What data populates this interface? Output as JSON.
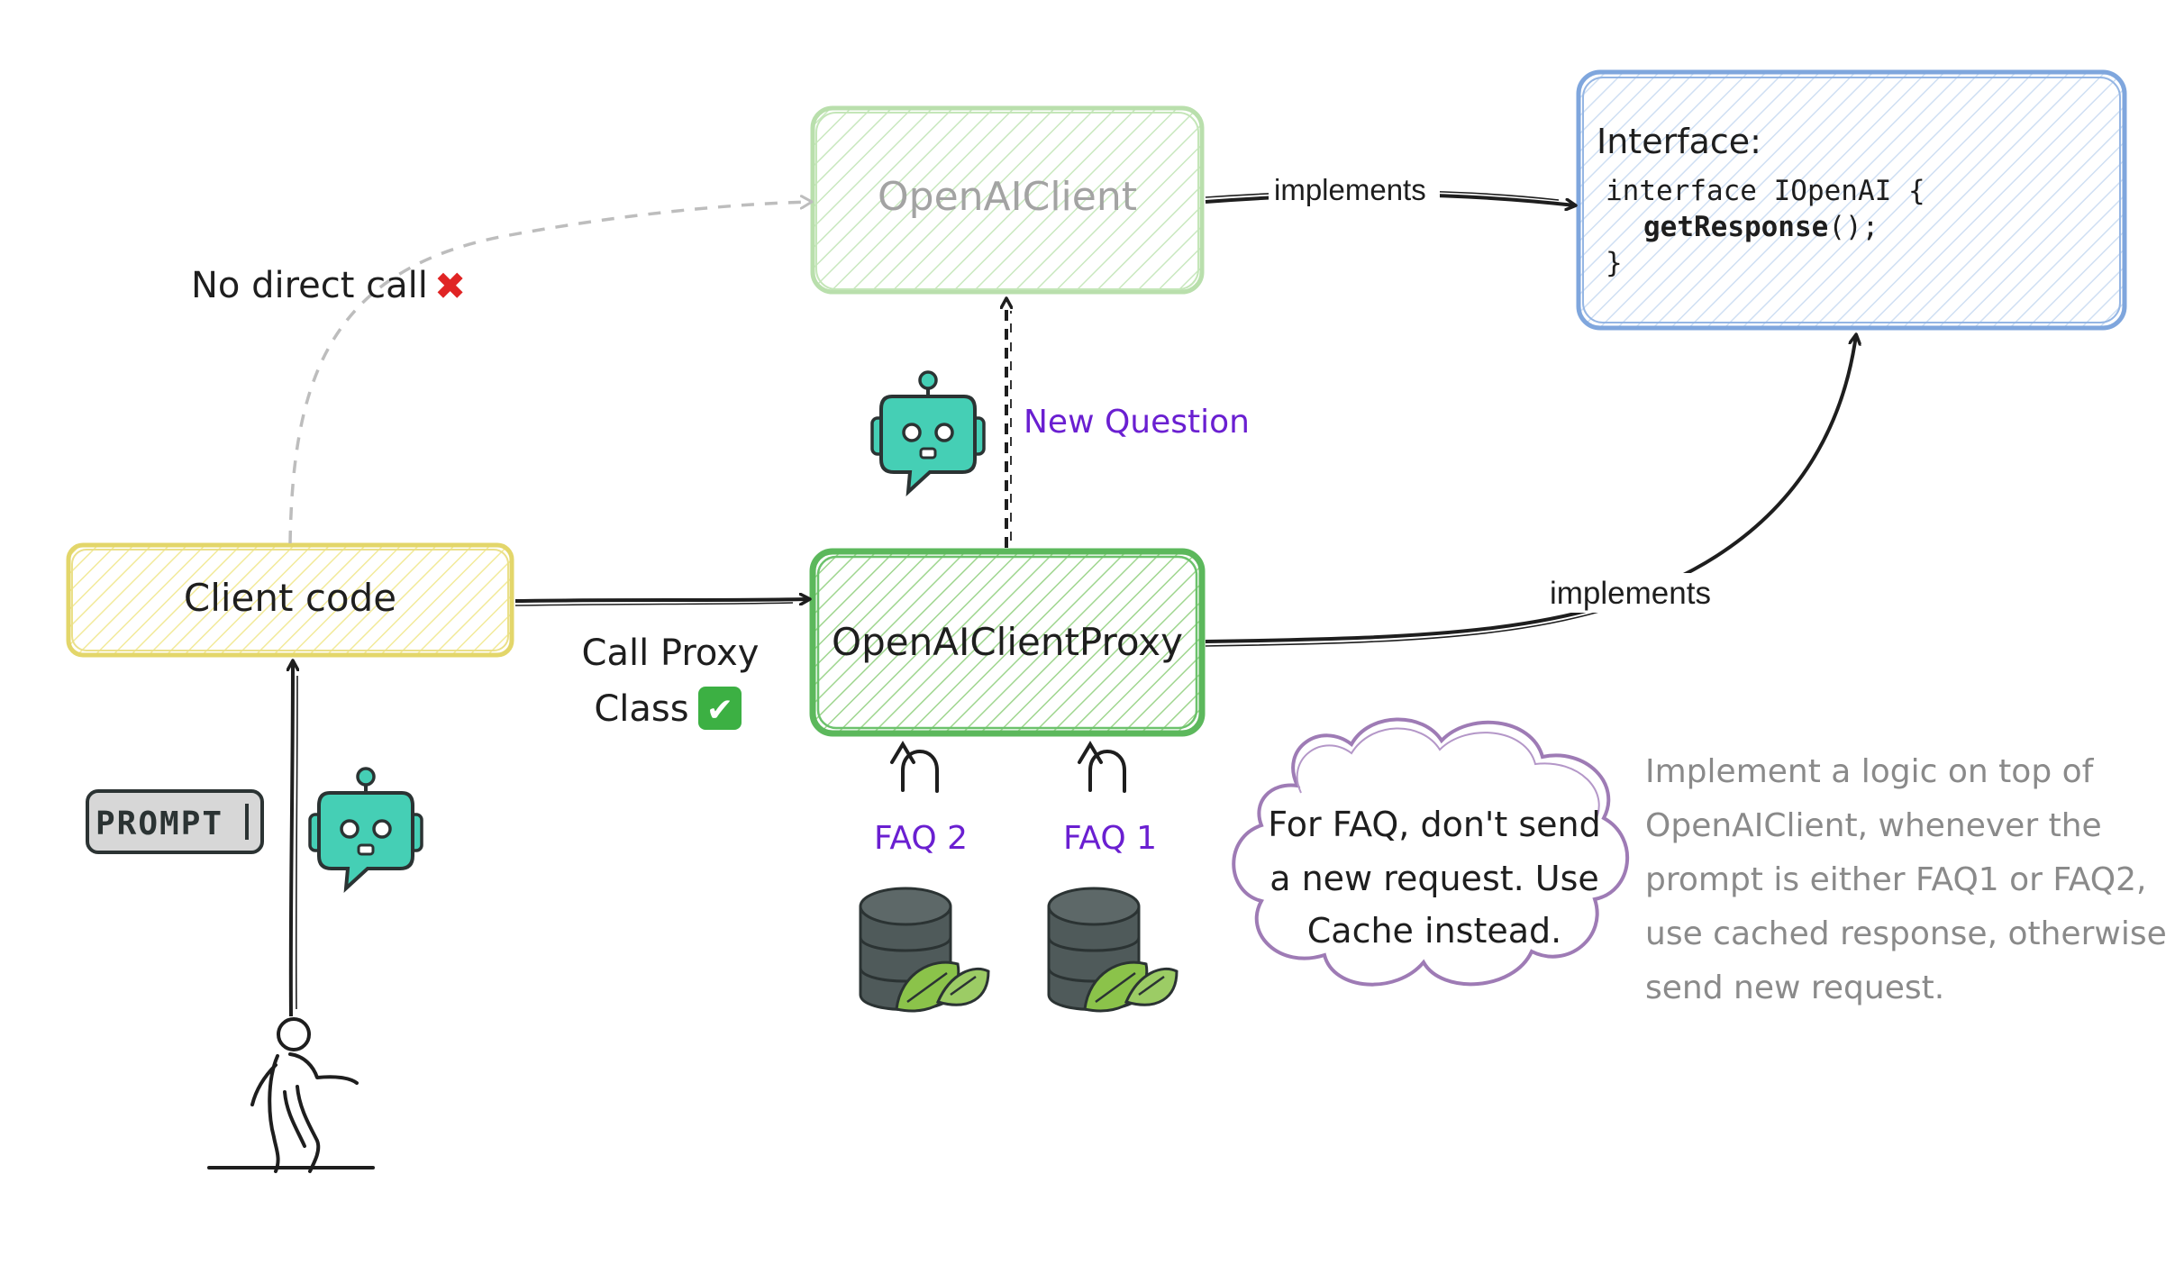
{
  "colors": {
    "ink": "#1e1e1e",
    "green": "#5cb85c",
    "green_light": "#a8d89a",
    "yellow": "#e6d96b",
    "blue": "#7fa6dd",
    "purple": "#6a1fd1",
    "grey_text": "#8a8a8a",
    "cloud": "#9e7bb5",
    "robot": "#45cfb5"
  },
  "nodes": {
    "openai_client": "OpenAIClient",
    "proxy": "OpenAIClientProxy",
    "client_code": "Client code",
    "interface_title": "Interface:",
    "interface_code_line1": "interface IOpenAI {",
    "interface_code_line2": "getResponse",
    "interface_code_line2_suffix": "();",
    "interface_code_line3": "}"
  },
  "labels": {
    "no_direct_call": "No direct call",
    "no_direct_call_mark": "✖",
    "implements_top": "implements",
    "implements_bottom": "implements",
    "new_question": "New Question",
    "call_proxy_line1": "Call Proxy",
    "call_proxy_line2": "Class",
    "call_proxy_mark": "✔",
    "faq2": "FAQ 2",
    "faq1": "FAQ 1",
    "prompt": "PROMPT"
  },
  "notes": {
    "cloud_lines": [
      "For FAQ, don't send",
      "a new request. Use",
      "Cache instead."
    ],
    "side_lines": [
      "Implement a logic on top of",
      "OpenAIClient, whenever the",
      "prompt is either FAQ1 or FAQ2,",
      "use cached response, otherwise",
      "send new request."
    ]
  },
  "icons": [
    "robot-icon",
    "database-leaf-icon",
    "person-walking-icon",
    "prompt-badge-icon",
    "cross-mark-icon",
    "check-mark-icon"
  ]
}
